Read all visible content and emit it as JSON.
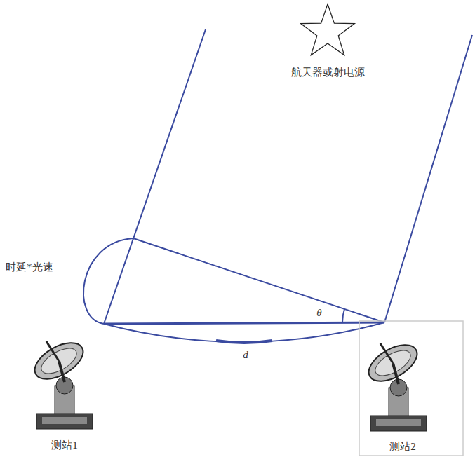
{
  "diagram": {
    "nodes": [
      {
        "text": [
          "航天器或射电源"
        ]
      }
    ],
    "labels": [
      "时延*光速",
      "θ",
      "d",
      "测站1",
      "测站2"
    ]
  }
}
